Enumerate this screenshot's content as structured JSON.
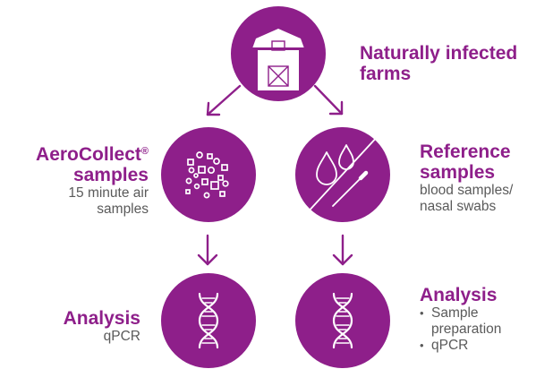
{
  "colors": {
    "accent": "#8e1f8a",
    "icon_fill": "#ffffff",
    "arrow": "#8e1f8a",
    "text": "#5a5a5a"
  },
  "farm": {
    "icon": "barn-icon",
    "title_line1": "Naturally infected",
    "title_line2": "farms"
  },
  "aerocollect": {
    "icon": "air-particles-icon",
    "title_line1": "AeroCollect",
    "title_reg": "®",
    "title_line2": "samples",
    "sub_line1": "15 minute air",
    "sub_line2": "samples"
  },
  "reference": {
    "icon": "blood-drops-and-swab-icon",
    "title_line1": "Reference",
    "title_line2": "samples",
    "sub_line1": "blood samples/",
    "sub_line2": "nasal swabs"
  },
  "analysis_left": {
    "icon": "dna-icon",
    "title": "Analysis",
    "sub": "qPCR"
  },
  "analysis_right": {
    "icon": "dna-icon",
    "title": "Analysis",
    "bullets": [
      "Sample preparation",
      "qPCR"
    ],
    "bullet1_line1": "Sample",
    "bullet1_line2": "preparation",
    "bullet2": "qPCR"
  }
}
